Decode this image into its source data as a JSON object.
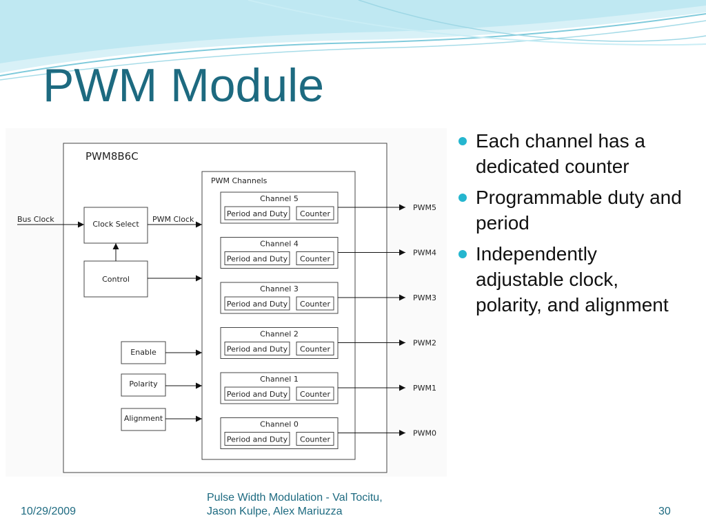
{
  "slide": {
    "title": "PWM Module",
    "bullets": [
      "Each channel has a dedicated counter",
      "Programmable duty and period",
      "Independently adjustable clock, polarity, and alignment"
    ],
    "footer": {
      "date": "10/29/2009",
      "center_line1": "Pulse Width Modulation - Val Tocitu,",
      "center_line2": "Jason Kulpe, Alex Mariuzza",
      "page": "30"
    },
    "colors": {
      "title": "#1d6a80",
      "bullet": "#25b6cf",
      "wave": "#8fd3e3"
    }
  },
  "diagram": {
    "chip_label": "PWM8B6C",
    "channels_label": "PWM Channels",
    "bus_clock": "Bus Clock",
    "clock_select": "Clock Select",
    "pwm_clock": "PWM Clock",
    "control": "Control",
    "enable": "Enable",
    "polarity": "Polarity",
    "alignment": "Alignment",
    "channels": [
      {
        "name": "Channel 5",
        "period": "Period and Duty",
        "counter": "Counter",
        "output": "PWM5"
      },
      {
        "name": "Channel 4",
        "period": "Period and Duty",
        "counter": "Counter",
        "output": "PWM4"
      },
      {
        "name": "Channel 3",
        "period": "Period and Duty",
        "counter": "Counter",
        "output": "PWM3"
      },
      {
        "name": "Channel 2",
        "period": "Period and Duty",
        "counter": "Counter",
        "output": "PWM2"
      },
      {
        "name": "Channel 1",
        "period": "Period and Duty",
        "counter": "Counter",
        "output": "PWM1"
      },
      {
        "name": "Channel 0",
        "period": "Period and Duty",
        "counter": "Counter",
        "output": "PWM0"
      }
    ]
  }
}
